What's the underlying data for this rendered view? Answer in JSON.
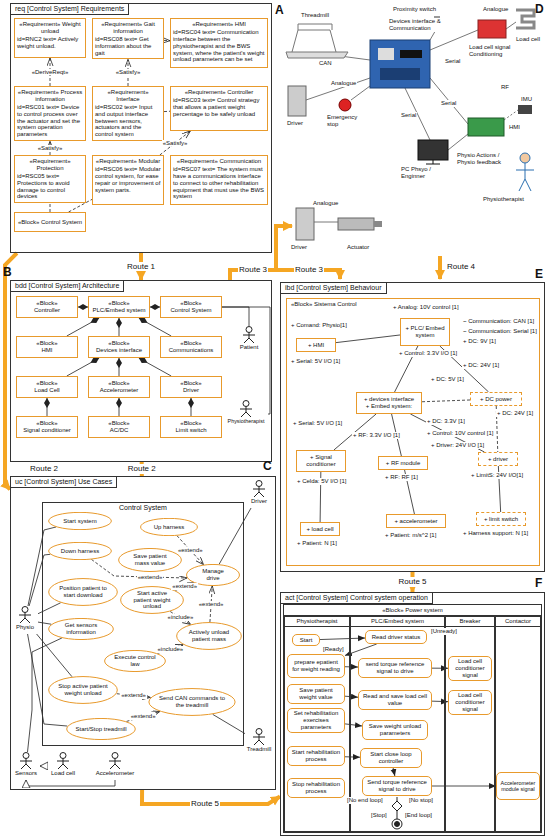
{
  "diagram": {
    "nodes": [
      {
        "text": [
          "req [Control System] Requirements"
        ]
      },
      {
        "text": [
          "«Requirement» Weight unload",
          "id=RNC2 text= Actively weight unload."
        ],
        "in": 0
      },
      {
        "text": [
          "«Requirement» Gait information",
          "id=RSC08 text= Get information about the gait"
        ],
        "in": 0
      },
      {
        "text": [
          "«Requirement» HMI",
          "id=RSC04 text= Communication interface between the physiotherapist and the BWS system, where the patient's weight unload parameters can be set"
        ],
        "in": 0
      },
      {
        "text": [
          "«Requirement» Process information",
          "id=RSC01 text= Device to control process over the actuator and set the system operation parameters"
        ],
        "in": 0
      },
      {
        "text": [
          "«Requirement» Interface",
          "id=RSC02 text= Input and output interface between sensors, actuators and the control system"
        ],
        "in": 0
      },
      {
        "text": [
          "«Requirement» Controller",
          "id=RSC03 text= Control strategy that allows a patient weight percentage to be safely unload"
        ],
        "in": 0
      },
      {
        "text": [
          "«Requirement» Protection",
          "id=RSC05 text= Protections to avoid damage to control devices"
        ],
        "in": 0
      },
      {
        "text": [
          "«Block» Control System"
        ],
        "in": 0
      },
      {
        "text": [
          "«Requirement» Modular",
          "id=RSC06 text= Modular control system, for ease repair or improvement of system parts."
        ],
        "in": 0
      },
      {
        "text": [
          "«Requirement» Communication",
          "id=RSC07 text= The system must have a communications interface to connect to other rehabilitation equipment that must use the BWS system"
        ],
        "in": 0
      },
      {
        "text": [
          "bdd [Control System] Architecture"
        ]
      },
      {
        "text": [
          "«Block»",
          "Controller"
        ],
        "in": 11
      },
      {
        "text": [
          "«Block»",
          "PLC/Embed system"
        ],
        "in": 11
      },
      {
        "text": [
          "«Block»",
          "Control System"
        ],
        "in": 11
      },
      {
        "text": [
          "«Block»",
          "HMI"
        ],
        "in": 11
      },
      {
        "text": [
          "«Block»",
          "Devices interface"
        ],
        "in": 11
      },
      {
        "text": [
          "«Block»",
          "Communications"
        ],
        "in": 11
      },
      {
        "text": [
          "«Block»",
          "Load Cell"
        ],
        "in": 11
      },
      {
        "text": [
          "«Block»",
          "Accelerometer"
        ],
        "in": 11
      },
      {
        "text": [
          "«Block»",
          "Driver"
        ],
        "in": 11
      },
      {
        "text": [
          "«Block»",
          "Signal conditioner"
        ],
        "in": 11
      },
      {
        "text": [
          "«Block»",
          "AC/DC"
        ],
        "in": 11
      },
      {
        "text": [
          "«Block»",
          "Limit switch"
        ],
        "in": 11
      },
      {
        "text": [
          "Patient"
        ],
        "in": 11
      },
      {
        "text": [
          "Physiotherapist"
        ],
        "in": 11
      },
      {
        "text": [
          "uc [Control System] Use Cases"
        ]
      },
      {
        "text": [
          "Control System"
        ],
        "in": 26
      },
      {
        "text": [
          "Start system"
        ],
        "in": 27
      },
      {
        "text": [
          "Up harness"
        ],
        "in": 27
      },
      {
        "text": [
          "Down harness"
        ],
        "in": 27
      },
      {
        "text": [
          "Save patient mass value"
        ],
        "in": 27
      },
      {
        "text": [
          "Manage drive"
        ],
        "in": 27
      },
      {
        "text": [
          "Position patient to start download"
        ],
        "in": 27
      },
      {
        "text": [
          "Start active patient weight unload"
        ],
        "in": 27
      },
      {
        "text": [
          "Get sensors information"
        ],
        "in": 27
      },
      {
        "text": [
          "Actively unload patient mass"
        ],
        "in": 27
      },
      {
        "text": [
          "Execute control law"
        ],
        "in": 27
      },
      {
        "text": [
          "Stop active patient weight unload"
        ],
        "in": 27
      },
      {
        "text": [
          "Send CAN commands to the treadmill"
        ],
        "in": 27
      },
      {
        "text": [
          "Start/Stop treadmill"
        ],
        "in": 27
      },
      {
        "text": [
          "Driver"
        ],
        "in": 26
      },
      {
        "text": [
          "Physio"
        ],
        "in": 26
      },
      {
        "text": [
          "Sensors"
        ],
        "in": 26
      },
      {
        "text": [
          "Load cell"
        ],
        "in": 26
      },
      {
        "text": [
          "Accelerometer"
        ],
        "in": 26
      },
      {
        "text": [
          "Treadmill"
        ],
        "in": 26
      },
      {
        "text": [
          "ibd [Control System] Behaviour"
        ]
      },
      {
        "text": [
          "«Block» Sistema Control"
        ],
        "in": 47
      },
      {
        "text": [
          "+ HMI"
        ],
        "in": 48
      },
      {
        "text": [
          "+ PLC/ Embed system"
        ],
        "in": 48
      },
      {
        "text": [
          "+ devices interface",
          "+ Embed system:"
        ],
        "in": 48
      },
      {
        "text": [
          "+ DC power"
        ],
        "in": 48
      },
      {
        "text": [
          "+ Signal conditioner"
        ],
        "in": 48
      },
      {
        "text": [
          "+ RF module"
        ],
        "in": 48
      },
      {
        "text": [
          "+ driver"
        ],
        "in": 48
      },
      {
        "text": [
          "+ load cell"
        ],
        "in": 48
      },
      {
        "text": [
          "+ accelerometer"
        ],
        "in": 48
      },
      {
        "text": [
          "+ limit switch"
        ],
        "in": 48
      },
      {
        "text": [
          "act [Control System] Control system operation"
        ]
      },
      {
        "text": [
          "«Block» Power system"
        ],
        "in": 59
      },
      {
        "text": [
          "Physiotherapist"
        ],
        "in": 60
      },
      {
        "text": [
          "PLC/Embed system"
        ],
        "in": 60
      },
      {
        "text": [
          "Breaker"
        ],
        "in": 60
      },
      {
        "text": [
          "Contactor"
        ],
        "in": 60
      },
      {
        "text": [
          "Start"
        ],
        "in": 61
      },
      {
        "text": [
          "prepare epatient for weight reading"
        ],
        "in": 61
      },
      {
        "text": [
          "Save patient weight value"
        ],
        "in": 61
      },
      {
        "text": [
          "Set rehabilitation exercises parameters"
        ],
        "in": 61
      },
      {
        "text": [
          "Start rehabilitation process"
        ],
        "in": 61
      },
      {
        "text": [
          "Stop rehabilitation process"
        ],
        "in": 61
      },
      {
        "text": [
          "Read driver status"
        ],
        "in": 62
      },
      {
        "text": [
          "send torque reference signal to drive"
        ],
        "in": 62
      },
      {
        "text": [
          "Read and save load cell value"
        ],
        "in": 62
      },
      {
        "text": [
          "Save weight unload parameters"
        ],
        "in": 62
      },
      {
        "text": [
          "Start close loop controller"
        ],
        "in": 62
      },
      {
        "text": [
          "Send torque reference signal to drive"
        ],
        "in": 62
      },
      {
        "text": [
          "Load cell conditioner signal"
        ],
        "in": 63
      },
      {
        "text": [
          "Load cell conditioner signal"
        ],
        "in": 63
      },
      {
        "text": [
          "Accelerometer module signal"
        ],
        "in": 64
      }
    ],
    "edges": [
      {
        "from": 4,
        "to": 1,
        "arrow": "to",
        "label": "«DeriveReqt»"
      },
      {
        "from": 5,
        "to": 2,
        "arrow": "to",
        "label": "«Satisfy»"
      },
      {
        "from": 9,
        "to": 6,
        "arrow": "to",
        "label": "«Satisfy»"
      },
      {
        "from": 7,
        "to": 4,
        "arrow": "to",
        "label": "«Satisfy»"
      },
      {
        "from": 2,
        "to": 3,
        "arrow": "to"
      },
      {
        "from": 5,
        "to": 6,
        "arrow": "none"
      },
      {
        "from": 8,
        "to": 9,
        "arrow": "none"
      },
      {
        "from": 8,
        "to": 7,
        "arrow": "none"
      },
      {
        "from": 12,
        "to": 13,
        "arrow": "to"
      },
      {
        "from": 14,
        "to": 13,
        "arrow": "to"
      },
      {
        "from": 15,
        "to": 13,
        "arrow": "to"
      },
      {
        "from": 16,
        "to": 13,
        "arrow": "to"
      },
      {
        "from": 17,
        "to": 13,
        "arrow": "to"
      },
      {
        "from": 18,
        "to": 16,
        "arrow": "to"
      },
      {
        "from": 19,
        "to": 16,
        "arrow": "to"
      },
      {
        "from": 20,
        "to": 16,
        "arrow": "to"
      },
      {
        "from": 21,
        "to": 18,
        "arrow": "to"
      },
      {
        "from": 22,
        "to": 19,
        "arrow": "to"
      },
      {
        "from": 23,
        "to": 20,
        "arrow": "to"
      },
      {
        "from": 14,
        "to": 24,
        "arrow": "none"
      },
      {
        "from": 14,
        "to": 25,
        "arrow": "none"
      },
      {
        "from": 42,
        "to": 28,
        "arrow": "none"
      },
      {
        "from": 42,
        "to": 30,
        "arrow": "none"
      },
      {
        "from": 42,
        "to": 33,
        "arrow": "none"
      },
      {
        "from": 42,
        "to": 35,
        "arrow": "none"
      },
      {
        "from": 42,
        "to": 38,
        "arrow": "none"
      },
      {
        "from": 42,
        "to": 40,
        "arrow": "none"
      },
      {
        "from": 29,
        "to": 32,
        "arrow": "to",
        "label": "«extend»"
      },
      {
        "from": 30,
        "to": 32,
        "arrow": "to",
        "label": "«extend»"
      },
      {
        "from": 34,
        "to": 32,
        "arrow": "to",
        "label": "«extend»"
      },
      {
        "from": 36,
        "to": 32,
        "arrow": "to",
        "label": "«extend»"
      },
      {
        "from": 34,
        "to": 36,
        "arrow": "to",
        "label": "«include»"
      },
      {
        "from": 37,
        "to": 36,
        "arrow": "to",
        "label": "«include»"
      },
      {
        "from": 38,
        "to": 39,
        "arrow": "to",
        "label": "«extend»"
      },
      {
        "from": 40,
        "to": 39,
        "arrow": "to",
        "label": "«extend»"
      },
      {
        "from": 41,
        "to": 32,
        "arrow": "none"
      },
      {
        "from": 46,
        "to": 39,
        "arrow": "none"
      },
      {
        "from": 43,
        "to": 35,
        "arrow": "none"
      },
      {
        "from": 44,
        "to": 43,
        "arrow": "to"
      },
      {
        "from": 45,
        "to": 43,
        "arrow": "to"
      },
      {
        "from": 65,
        "to": 71,
        "arrow": "to"
      },
      {
        "from": 71,
        "to": 66,
        "arrow": "to"
      },
      {
        "from": 66,
        "to": 72,
        "arrow": "to"
      },
      {
        "from": 72,
        "to": 77,
        "arrow": "to"
      },
      {
        "from": 67,
        "to": 73,
        "arrow": "to"
      },
      {
        "from": 73,
        "to": 78,
        "arrow": "to"
      },
      {
        "from": 68,
        "to": 74,
        "arrow": "to"
      },
      {
        "from": 69,
        "to": 75,
        "arrow": "to"
      },
      {
        "from": 75,
        "to": 76,
        "arrow": "to"
      },
      {
        "from": 76,
        "to": 79,
        "arrow": "to"
      },
      {
        "from": 49,
        "to": 50,
        "arrow": "none"
      },
      {
        "from": 50,
        "to": 51,
        "arrow": "none"
      },
      {
        "from": 50,
        "to": 52,
        "arrow": "none"
      },
      {
        "from": 52,
        "to": 51,
        "arrow": "none"
      },
      {
        "from": 51,
        "to": 53,
        "arrow": "none"
      },
      {
        "from": 53,
        "to": 56,
        "arrow": "none"
      },
      {
        "from": 51,
        "to": 54,
        "arrow": "none"
      },
      {
        "from": 54,
        "to": 57,
        "arrow": "none"
      },
      {
        "from": 51,
        "to": 55,
        "arrow": "none"
      },
      {
        "from": 55,
        "to": 58,
        "arrow": "none"
      },
      {
        "from": 52,
        "to": 55,
        "arrow": "none"
      },
      {
        "from": 0,
        "to": 11,
        "arrow": "to",
        "label": "Route 1"
      },
      {
        "from": 0,
        "to": 26,
        "arrow": "to",
        "label": "Route 2"
      },
      {
        "from": 11,
        "to": 26,
        "arrow": "to",
        "label": "Route 2"
      },
      {
        "from": 26,
        "to": 59,
        "arrow": "to",
        "label": "Route 5"
      },
      {
        "from": 47,
        "to": 59,
        "arrow": "to",
        "label": "Route 5"
      }
    ],
    "labels": [
      "A",
      "B",
      "C",
      "D",
      "E",
      "F",
      "Threadmill",
      "Proximity switch",
      "Devices interface & Communication",
      "Analogue",
      "Load cell",
      "Load cell signal Conditioning",
      "CAN",
      "Analogue",
      "Emergency stop",
      "Driver",
      "Serial",
      "RF",
      "IMU",
      "Serial",
      "HMI",
      "Serial",
      "PC Phsyo / Enginner",
      "Physiotherapist",
      "Physio Actions / Physio feedback",
      "Analogue",
      "Driver",
      "Actuator",
      "Route 3",
      "Route 3",
      "Route 4",
      "+ Comand: Physio[1]",
      "+ Analog: 10V control [1]",
      "~ Communication: CAN [1]",
      "~ Communication: Serial [1]",
      "+ DC: 9V [1]",
      "+ Control: 3.3V I/O [1]",
      "+ Serial: 5V I/O [1]",
      "+ DC: 24V [1]",
      "+ DC: 5V [1]",
      "+ DC: 3.3V [1]",
      "+ Control: 10V control [1]",
      "+ Serial: 5V I/O [1]",
      "+ RF: 3.3V I/O [1]",
      "+ Driver: 24V I/O [1]",
      "+ DC: 24V [1]",
      "+ Celda: 5V I/O [1]",
      "+ RF: RF [1]",
      "+ LimitS: 24V I/O[1]",
      "+ Patient: N [1]",
      "+ Patient: m/s^2 [1]",
      "+ Harness support: N [1]",
      "[Ready]",
      "[Unready]",
      "[No end loop]",
      "[End loop]",
      "[Stop]",
      "[No stop]"
    ]
  }
}
